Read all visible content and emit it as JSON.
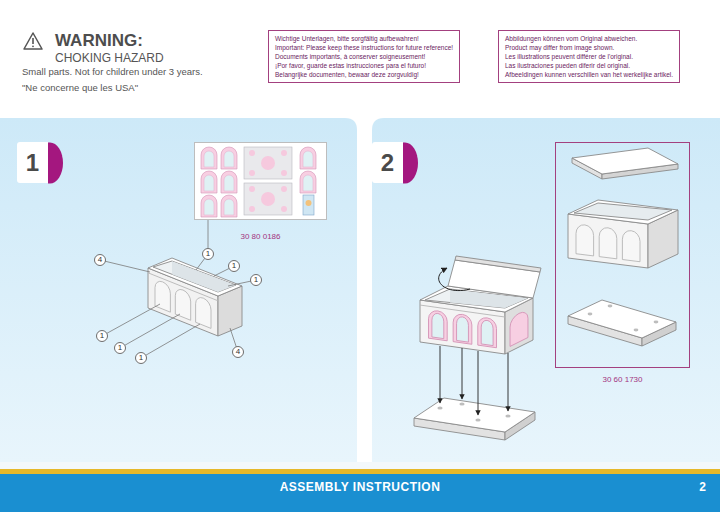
{
  "diagram": {
    "nodes": [
      {
        "text": [
          "Wichtige Unterlagen, bitte sorgfältig aufbewahren!",
          "Important: Please keep these instructions for future reference!",
          "Documents importants, à conserver soigneusement!",
          "¡Por favor, guarde estas instrucciones para el futuro!",
          "Belangrijke documenten, bewaar deze zorgvuldig!"
        ]
      },
      {
        "text": [
          "Abbildungen können vom Original abweichen.",
          "Product may differ from image shown.",
          "Les illustrations peuvent différer de l'original.",
          "Las ilustraciones pueden diferir del original.",
          "Afbeeldingen kunnen verschillen van het werkelijke artikel."
        ]
      },
      {
        "text": [
          "1"
        ]
      },
      {
        "text": [
          "30 80 0186"
        ]
      },
      {
        "text": [
          "1"
        ]
      },
      {
        "text": [
          "4"
        ]
      },
      {
        "text": [
          "1"
        ]
      },
      {
        "text": [
          "1"
        ]
      },
      {
        "text": [
          "1"
        ]
      },
      {
        "text": [
          "1"
        ]
      },
      {
        "text": [
          "4"
        ]
      },
      {
        "text": [
          "1"
        ]
      },
      {
        "text": [
          "2"
        ]
      },
      {
        "text": [
          "30 60 1730"
        ]
      },
      {
        "text": [
          "ASSEMBLY INSTRUCTION",
          "2"
        ]
      }
    ],
    "edges": [
      {
        "from": 3,
        "to": 4,
        "arrow": "none"
      }
    ],
    "labels": [
      "WARNING:",
      "CHOKING HAZARD",
      "Small parts. Not for children under 3 years.",
      "\"Ne concerne que les USA\""
    ]
  }
}
